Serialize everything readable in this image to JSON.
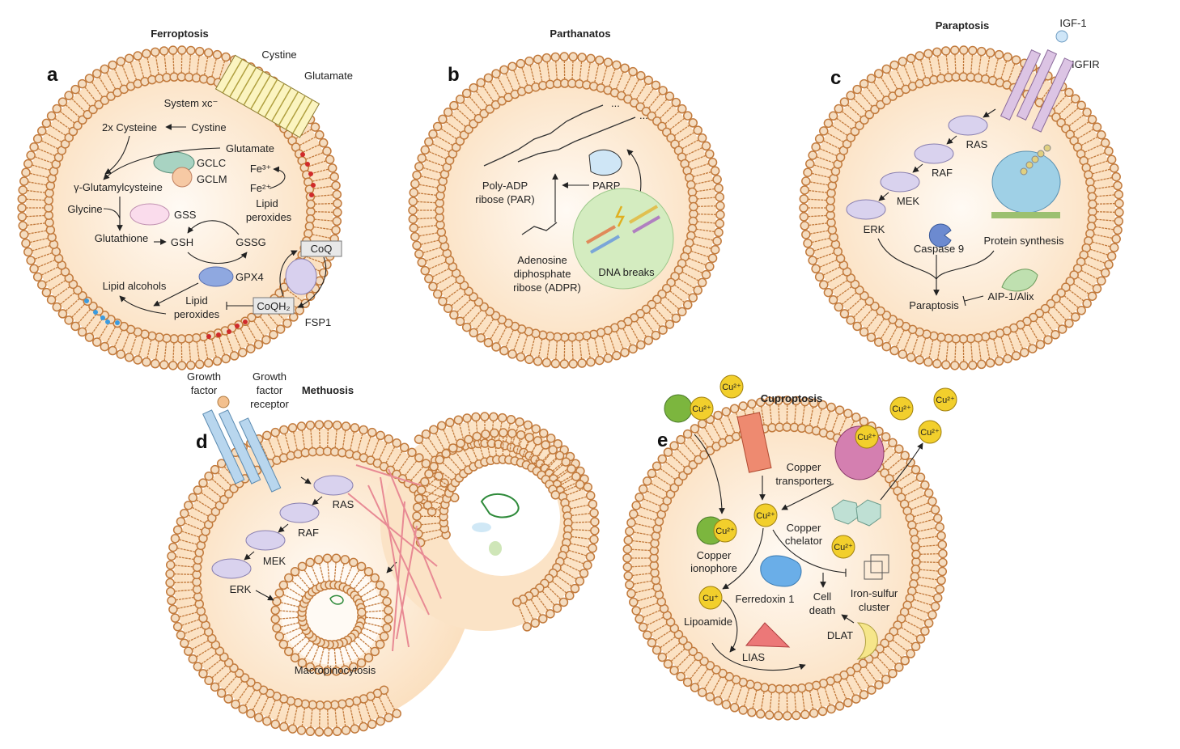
{
  "colors": {
    "membrane_head": "#f4dcc0",
    "membrane_stroke": "#c27a3c",
    "cytoplasm": "#fbe3c6",
    "copper": "#f2cf2c",
    "receptor": "#b8d6ee",
    "kinase": "#d9d2ee"
  },
  "a": {
    "title": "Ferroptosis",
    "letter": "a",
    "cystine_out": "Cystine",
    "glutamate_out": "Glutamate",
    "system_xc": "System xc⁻",
    "cysteine2x": "2x Cysteine",
    "cystine_in": "Cystine",
    "glutamate_in": "Glutamate",
    "gclc": "GCLC",
    "gclm": "GCLM",
    "gglu": "γ-Glutamylcysteine",
    "glycine": "Glycine",
    "gss": "GSS",
    "glutathione": "Glutathione",
    "gsh": "GSH",
    "gssg": "GSSG",
    "fe3": "Fe³⁺",
    "fe2": "Fe²⁺",
    "lipid1": "Lipid",
    "peroxides1": "peroxides",
    "coq": "CoQ",
    "coqh2": "CoQH₂",
    "fsp1": "FSP1",
    "gpx4": "GPX4",
    "lipid_alcohols": "Lipid alcohols",
    "lipid2": "Lipid",
    "peroxides2": "peroxides"
  },
  "b": {
    "title": "Parthanatos",
    "letter": "b",
    "ellipsis1": "...",
    "ellipsis2": "...",
    "par1": "Poly-ADP",
    "par2": "ribose (PAR)",
    "parp": "PARP",
    "adpr1": "Adenosine",
    "adpr2": "diphosphate",
    "adpr3": "ribose (ADPR)",
    "dna_breaks": "DNA breaks"
  },
  "c": {
    "title": "Paraptosis",
    "letter": "c",
    "igf1": "IGF-1",
    "igfir": "IGFIR",
    "ras": "RAS",
    "raf": "RAF",
    "mek": "MEK",
    "erk": "ERK",
    "caspase9": "Caspase 9",
    "protein_synthesis": "Protein synthesis",
    "paraptosis": "Paraptosis",
    "aip1": "AIP-1/Alix"
  },
  "d": {
    "title": "Methuosis",
    "letter": "d",
    "gf1": "Growth",
    "gf2": "factor",
    "gfr1": "Growth",
    "gfr2": "factor",
    "gfr3": "receptor",
    "ras": "RAS",
    "raf": "RAF",
    "mek": "MEK",
    "erk": "ERK",
    "macropinocytosis": "Macropinocytosis"
  },
  "e": {
    "title": "Cuproptosis",
    "letter": "e",
    "cu_labels": [
      "Cu²⁺",
      "Cu²⁺",
      "Cu²⁺",
      "Cu²⁺",
      "Cu²⁺",
      "Cu²⁺",
      "Cu²⁺",
      "Cu²⁺",
      "Cu²⁺",
      "Cu⁺"
    ],
    "transporters1": "Copper",
    "transporters2": "transporters",
    "chelator1": "Copper",
    "chelator2": "chelator",
    "ionophore1": "Copper",
    "ionophore2": "ionophore",
    "ferredoxin": "Ferredoxin 1",
    "death1": "Cell",
    "death2": "death",
    "fes1": "Iron-sulfur",
    "fes2": "cluster",
    "lipoamide": "Lipoamide",
    "lias": "LIAS",
    "dlat": "DLAT"
  }
}
